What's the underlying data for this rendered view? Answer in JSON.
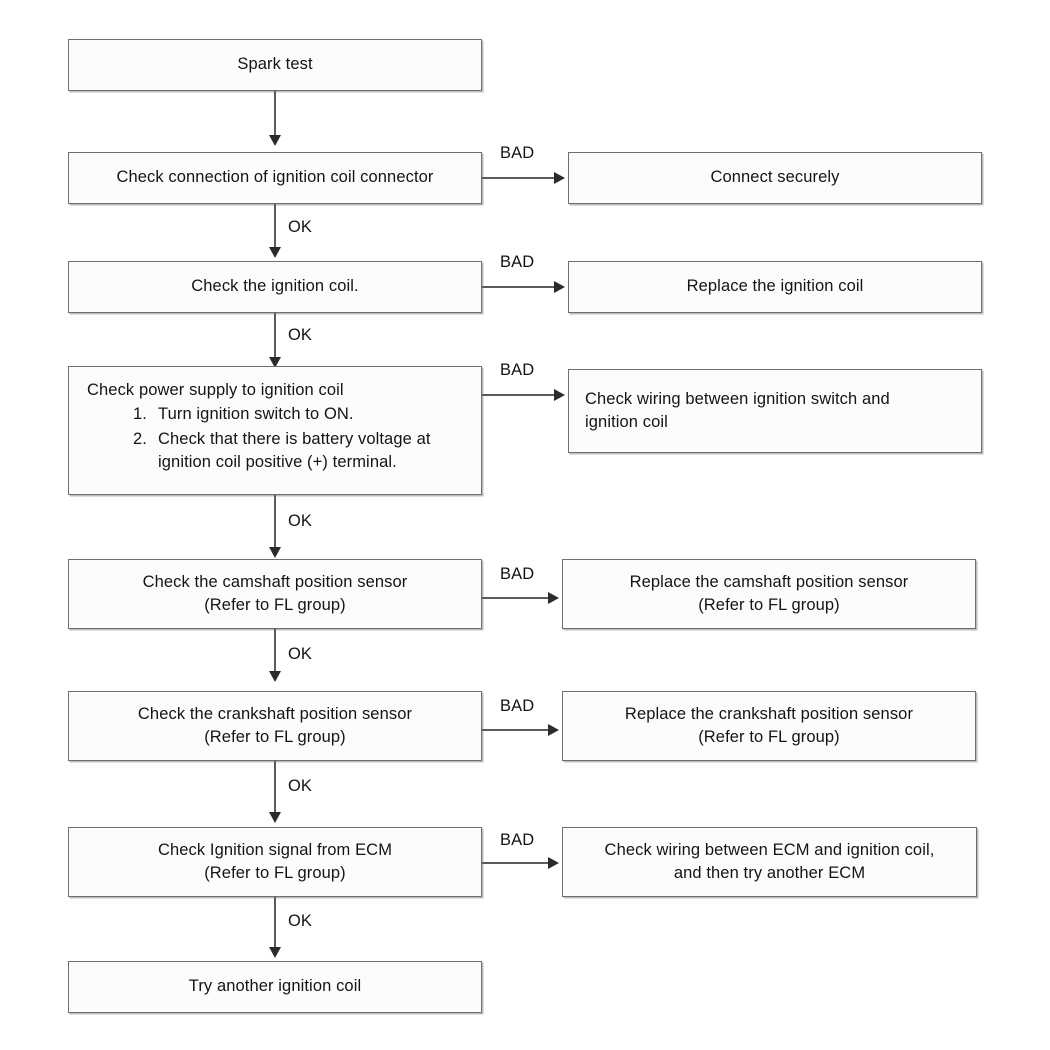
{
  "diagram": {
    "title": "Spark test troubleshooting flowchart",
    "colors": {
      "background": "#ffffff",
      "box_fill": "#fcfcfc",
      "box_border": "#6f6f6f",
      "box_shadow": "#bdbdbd",
      "connector": "#5c5c5c",
      "arrowhead": "#2b2b2b",
      "text": "#141414"
    },
    "labels": {
      "ok": "OK",
      "bad": "BAD"
    },
    "nodes": {
      "spark_test": "Spark test",
      "check_connector": "Check connection of ignition coil connector",
      "connect_securely": "Connect securely",
      "check_coil": "Check the ignition coil.",
      "replace_coil": "Replace the ignition coil",
      "check_power_lead": "Check power supply to ignition coil",
      "check_power_step1_num": "1.",
      "check_power_step1": "Turn ignition switch to ON.",
      "check_power_step2_num": "2.",
      "check_power_step2": "Check that there is battery voltage at\nignition coil positive (+) terminal.",
      "check_wiring_switch": "Check wiring between ignition switch and\nignition coil",
      "check_cam_sensor": "Check the camshaft position sensor\n(Refer to FL group)",
      "replace_cam_sensor": "Replace the camshaft position sensor\n(Refer to FL group)",
      "check_crank_sensor": "Check the crankshaft position sensor\n(Refer to FL group)",
      "replace_crank_sensor": "Replace the crankshaft position sensor\n(Refer to FL group)",
      "check_ecm_signal": "Check Ignition signal from ECM\n(Refer to FL group)",
      "check_wiring_ecm": "Check wiring between ECM and ignition coil,\nand then try another ECM",
      "try_another_coil": "Try another ignition coil"
    }
  }
}
